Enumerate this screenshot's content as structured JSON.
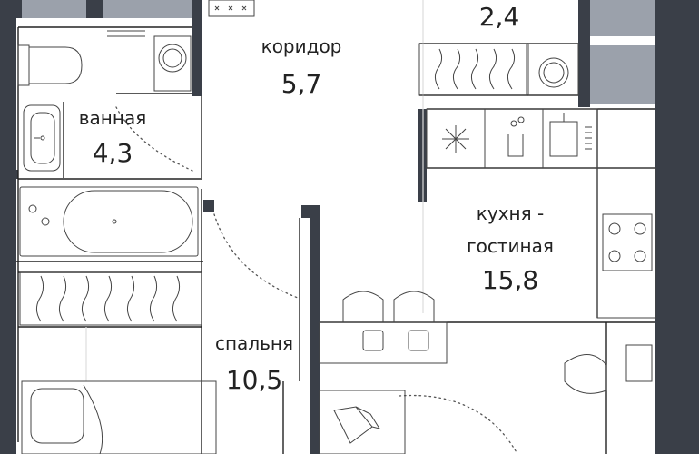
{
  "rooms": {
    "corridor": {
      "name": "коридор",
      "area": "5,7"
    },
    "storage": {
      "area": "2,4"
    },
    "bathroom": {
      "name": "ванная",
      "area": "4,3"
    },
    "kitchen_living": {
      "name_line1": "кухня -",
      "name_line2": "гостиная",
      "area": "15,8"
    },
    "bedroom": {
      "name": "спальня",
      "area": "10,5"
    }
  },
  "colors": {
    "wall": "#3a3f48",
    "window": "#9ba1ab",
    "line": "#222222"
  },
  "icons": [
    "washing-machine-icon",
    "toilet-icon",
    "sink-icon",
    "bathtub-icon",
    "stove-icon",
    "refrigerator-icon",
    "dining-table-icon",
    "bed-icon",
    "wardrobe-icon",
    "shower-icon"
  ]
}
